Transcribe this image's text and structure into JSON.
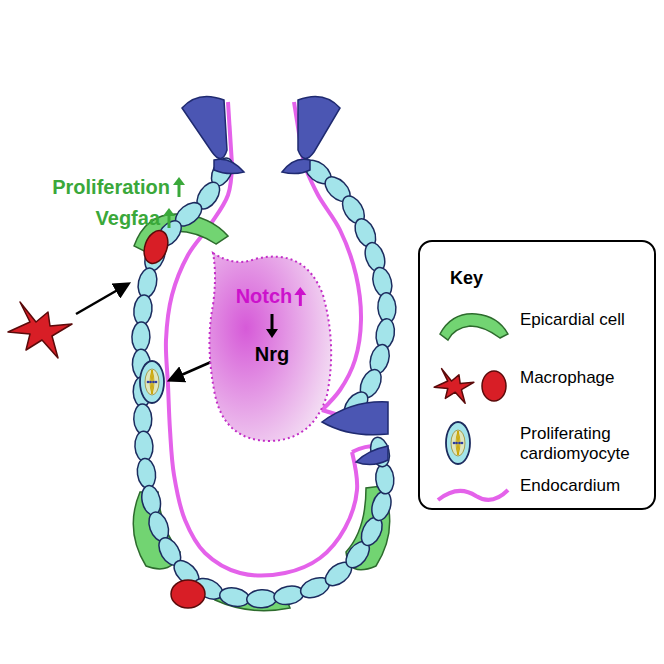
{
  "diagram": {
    "nodes": [
      {
        "text": [
          "Notch",
          "Nrg"
        ]
      },
      {
        "text": [
          "Key"
        ]
      }
    ],
    "labels": [
      "Proliferation",
      "Vegfaa"
    ],
    "legend": [
      {
        "text": "Epicardial cell"
      },
      {
        "text": "Macrophage"
      },
      {
        "text": "Proliferating cardiomyocyte"
      },
      {
        "text": "Endocardium"
      }
    ]
  }
}
